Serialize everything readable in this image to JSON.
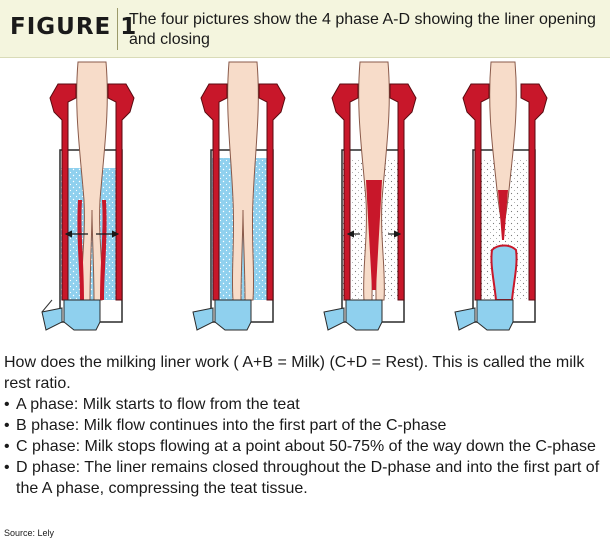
{
  "header": {
    "label": "FIGURE 1",
    "title": "The four pictures show the 4 phase A-D showing the liner opening and closing"
  },
  "caption": {
    "intro": "How does the milking liner work ( A+B = Milk) (C+D = Rest). This is called the milk rest ratio.",
    "items": [
      "A phase: Milk starts to flow from the teat",
      "B phase: Milk flow continues into the first part of the C-phase",
      "C phase: Milk stops flowing at a point about 50-75% of the way down the C-phase",
      "D phase: The liner remains closed throughout the D-phase and into the first part of the A phase, compressing the teat tissue."
    ]
  },
  "source": "Source: Lely",
  "colors": {
    "header_bg": "#f4f5de",
    "liner_red": "#c8172a",
    "teat_pink": "#f7dcc9",
    "milk_blue": "#8fd0ee"
  }
}
